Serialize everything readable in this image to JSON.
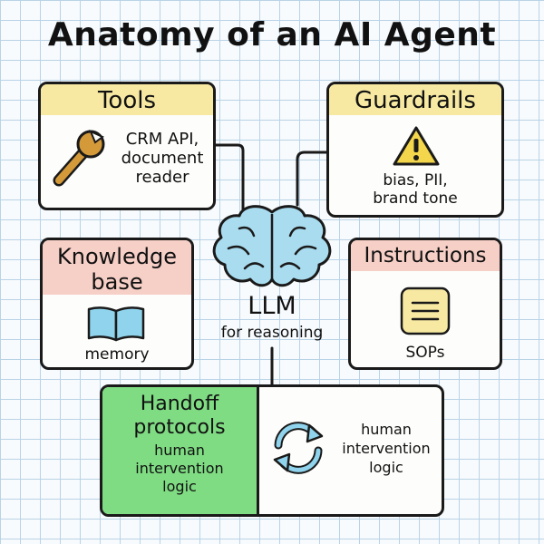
{
  "title": "Anatomy of an AI Agent",
  "tools": {
    "heading": "Tools",
    "lines": [
      "CRM API,",
      "document",
      "reader"
    ],
    "icon": "wrench-icon"
  },
  "guardrails": {
    "heading": "Guardrails",
    "lines": [
      "bias, PII,",
      "brand tone"
    ],
    "icon": "warning-icon"
  },
  "knowledge": {
    "heading_line1": "Knowledge",
    "heading_line2": "base",
    "caption": "memory",
    "icon": "book-icon"
  },
  "instructions": {
    "heading": "Instructions",
    "caption": "SOPs",
    "icon": "document-icon"
  },
  "center": {
    "label": "LLM",
    "sublabel": "for reasoning",
    "icon": "brain-icon"
  },
  "handoff": {
    "heading_line1": "Handoff",
    "heading_line2": "protocols",
    "left_lines": [
      "human",
      "intervention",
      "logic"
    ],
    "right_lines": [
      "human",
      "intervention",
      "logic"
    ],
    "icon": "sync-arrows-icon"
  },
  "colors": {
    "yellow": "#f7e9a2",
    "pink": "#f6cfc6",
    "green": "#7fdc83",
    "brain": "#a9dcef",
    "wrench": "#d49a3a"
  }
}
